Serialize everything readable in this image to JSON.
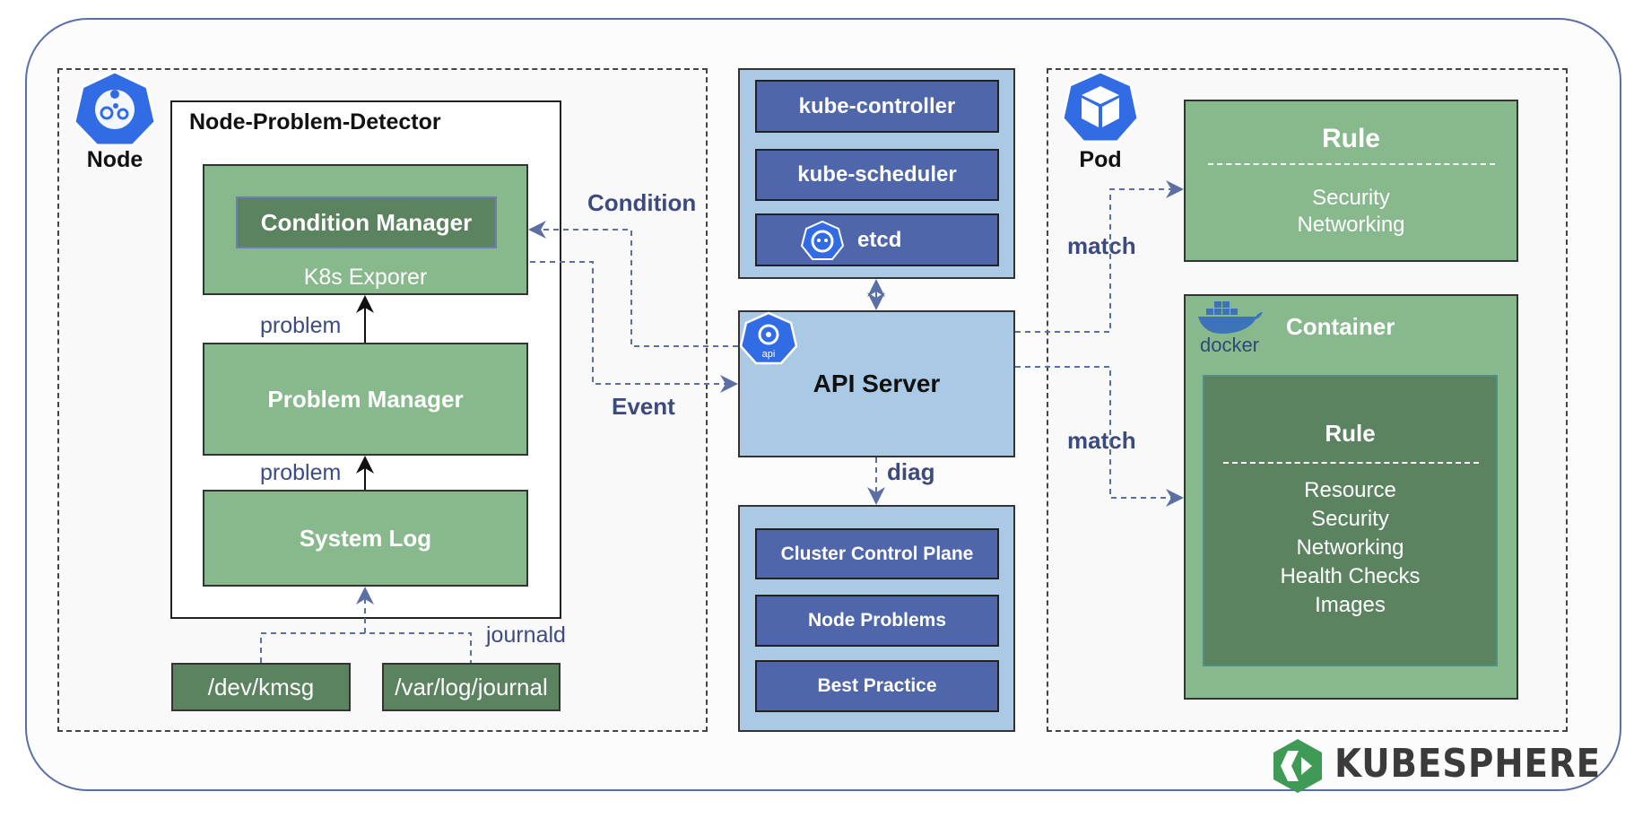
{
  "node_region": {
    "icon_label": "Node",
    "npd_title": "Node-Problem-Detector",
    "condition_manager": "Condition Manager",
    "k8s_exporter": "K8s Exporer",
    "problem_label_top": "problem",
    "problem_manager": "Problem Manager",
    "problem_label_bottom": "problem",
    "system_log": "System Log",
    "journald_label": "journald",
    "dev_kmsg": "/dev/kmsg",
    "var_log_journal": "/var/log/journal"
  },
  "center_region": {
    "control_plane": [
      "kube-controller",
      "kube-scheduler",
      "etcd"
    ],
    "condition_label": "Condition",
    "event_label": "Event",
    "api_server": "API Server",
    "api_icon_text": "api",
    "diag_label": "diag",
    "diag_items": [
      "Cluster Control Plane",
      "Node Problems",
      "Best Practice"
    ]
  },
  "pod_region": {
    "icon_label": "Pod",
    "match_label_top": "match",
    "match_label_bottom": "match",
    "rule_top": {
      "title": "Rule",
      "items": [
        "Security",
        "Networking"
      ]
    },
    "container": {
      "docker_text": "docker",
      "title": "Container",
      "rule": {
        "title": "Rule",
        "items": [
          "Resource",
          "Security",
          "Networking",
          "Health Checks",
          "Images"
        ]
      }
    }
  },
  "logo": {
    "text": "KUBESPHERE"
  },
  "colors": {
    "green": "#88b98d",
    "dark_green": "#5b8360",
    "light_blue": "#a9c9e4",
    "blue": "#5066aa",
    "k8s_blue": "#326ce5",
    "connector": "#5a6fa6"
  }
}
